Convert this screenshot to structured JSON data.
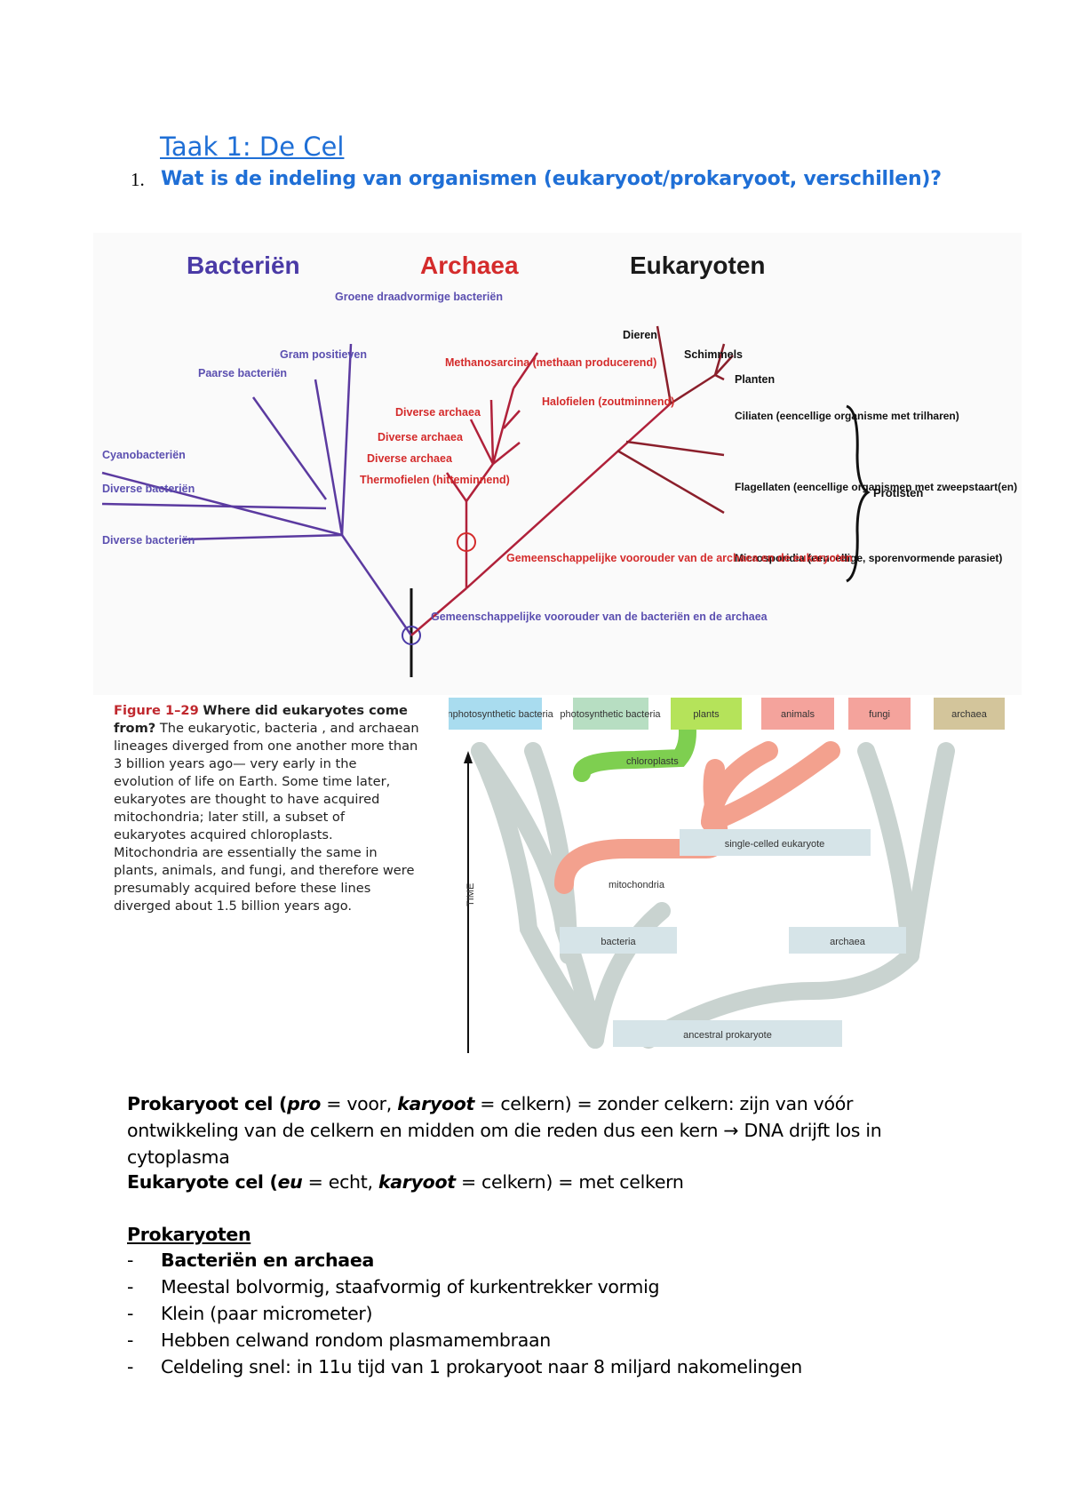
{
  "header": {
    "title": "Taak 1: De Cel",
    "question_number": "1.",
    "question": "Wat is de indeling van organismen (eukaryoot/prokaryoot, verschillen)?"
  },
  "tree": {
    "domains": [
      "Bacteriën",
      "Archaea",
      "Eukaryoten"
    ],
    "domain_colors": [
      "#4a3aa6",
      "#d42b2b",
      "#1a1a1a"
    ],
    "bacteria_labels": [
      "Groene draadvormige bacteriën",
      "Gram positieven",
      "Paarse bacteriën",
      "Cyanobacteriën",
      "Diverse bacteriën",
      "Diverse bacteriën"
    ],
    "archaea_labels": [
      "Methanosarcina (methaan producerend)",
      "Halofielen (zoutminnend)",
      "Diverse archaea",
      "Diverse archaea",
      "Diverse archaea",
      "Thermofielen (hitteminnend)"
    ],
    "eukaryote_labels": [
      "Dieren",
      "Schimmels",
      "Planten"
    ],
    "protist_labels": [
      "Ciliaten (eencellige organisme met trilharen)",
      "Flagellaten (eencellige organismen met zweepstaart(en)",
      "Microsporidia (eencellige, sporenvormende parasiet)"
    ],
    "protist_group": "Protisten",
    "ancestor_archaea_eukaryotes": "Gemeenschappelijke voorouder van de archaea en de eukaryoten",
    "ancestor_bacteria_archaea": "Gemeenschappelijke voorouder van de bacteriën en de archaea"
  },
  "caption": {
    "number": "Figure 1–29",
    "heading": "Where did eukaryotes come from?",
    "text": "The eukaryotic, bacteria , and archaean lineages diverged from one another more than 3 billion years ago— very early in the evolution of life on Earth. Some time later, eukaryotes are thought to have acquired mitochondria; later still, a subset of eukaryotes acquired chloroplasts. Mitochondria are essentially the same in plants, animals, and fungi, and therefore were presumably acquired before these lines diverged about 1.5 billion years ago."
  },
  "time_figure": {
    "top_boxes": [
      "nonphotosynthetic bacteria",
      "photosynthetic bacteria",
      "plants",
      "animals",
      "fungi",
      "archaea"
    ],
    "top_box_colors": [
      "#a9dcef",
      "#b7dec2",
      "#b5e35a",
      "#f4a39c",
      "#f4a39c",
      "#d3c59b"
    ],
    "chloroplasts": "chloroplasts",
    "single_celled": "single-celled eukaryote",
    "mitochondria": "mitochondria",
    "bacteria": "bacteria",
    "archaea": "archaea",
    "ancestral": "ancestral prokaryote",
    "time_label": "TIME"
  },
  "body": {
    "prok_def_bold": "Prokaryoot cel (",
    "prok_pro": "pro",
    "prok_eq1": " = voor, ",
    "prok_karyoot": "karyoot",
    "prok_rest": " = celkern) = zonder celkern: zijn van vóór ontwikkeling van de celkern en midden om die reden dus een kern → DNA drijft los in cytoplasma",
    "euk_bold": "Eukaryote cel (",
    "euk_eu": "eu",
    "euk_eq1": " = echt, ",
    "euk_karyoot": "karyoot",
    "euk_rest": " = celkern) = met celkern",
    "prok_heading": "Prokaryoten ",
    "prok_list": [
      "Bacteriën en archaea",
      "Meestal bolvormig, staafvormig of kurkentrekker vormig",
      "Klein (paar micrometer)",
      "Hebben celwand rondom plasmamembraan",
      "Celdeling snel: in 11u tijd van 1 prokaryoot naar 8 miljard nakomelingen"
    ]
  }
}
